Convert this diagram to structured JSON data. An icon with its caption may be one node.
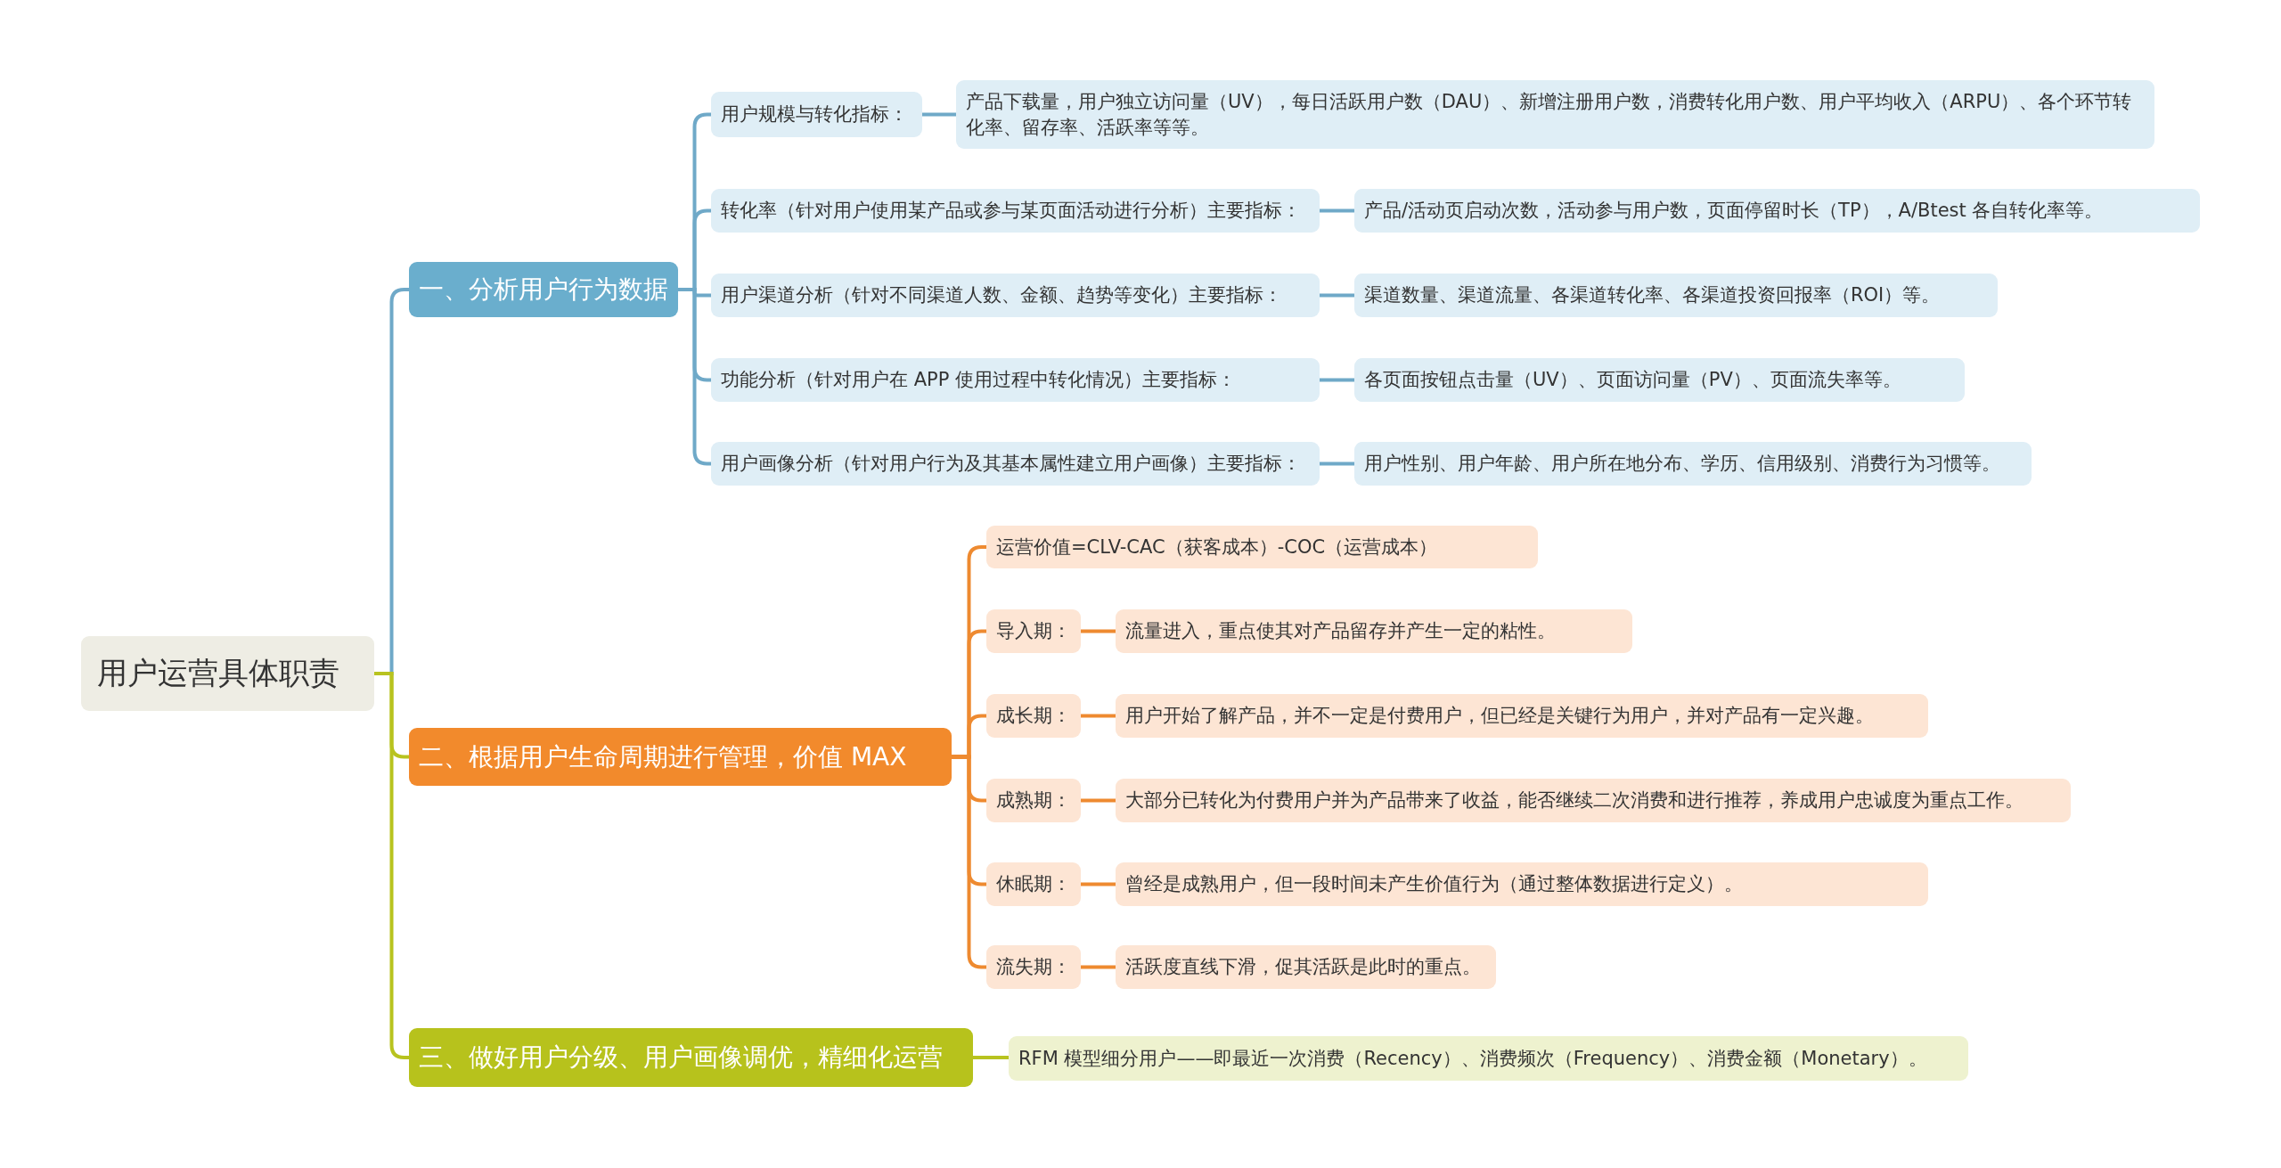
{
  "diagram": {
    "nodes": [
      {
        "text": [
          "用户运营具体职责"
        ]
      },
      {
        "text": [
          "一、分析用户行为数据"
        ]
      },
      {
        "text": [
          "用户规模与转化指标："
        ]
      },
      {
        "text": [
          "产品下载量，用户独立访问量（UV），每日活跃用户数（DAU）、新增注册用户数，消费转化用户数、用户平均收入（ARPU）、各个环节转化率、留存率、活跃率等等。"
        ]
      },
      {
        "text": [
          "转化率（针对用户使用某产品或参与某页面活动进行分析）主要指标："
        ]
      },
      {
        "text": [
          "产品/活动页启动次数，活动参与用户数，页面停留时长（TP），A/Btest 各自转化率等。"
        ]
      },
      {
        "text": [
          "用户渠道分析（针对不同渠道人数、金额、趋势等变化）主要指标："
        ]
      },
      {
        "text": [
          "渠道数量、渠道流量、各渠道转化率、各渠道投资回报率（ROI）等。"
        ]
      },
      {
        "text": [
          "功能分析（针对用户在 APP 使用过程中转化情况）主要指标："
        ]
      },
      {
        "text": [
          "各页面按钮点击量（UV）、页面访问量（PV）、页面流失率等。"
        ]
      },
      {
        "text": [
          "用户画像分析（针对用户行为及其基本属性建立用户画像）主要指标："
        ]
      },
      {
        "text": [
          "用户性别、用户年龄、用户所在地分布、学历、信用级别、消费行为习惯等。"
        ]
      },
      {
        "text": [
          "二、根据用户生命周期进行管理，价值 MAX"
        ]
      },
      {
        "text": [
          "运营价值=CLV-CAC（获客成本）-COC（运营成本）"
        ]
      },
      {
        "text": [
          "导入期："
        ]
      },
      {
        "text": [
          "流量进入，重点使其对产品留存并产生一定的粘性。"
        ]
      },
      {
        "text": [
          "成长期："
        ]
      },
      {
        "text": [
          "用户开始了解产品，并不一定是付费用户，但已经是关键行为用户，并对产品有一定兴趣。"
        ]
      },
      {
        "text": [
          "成熟期："
        ]
      },
      {
        "text": [
          "大部分已转化为付费用户并为产品带来了收益，能否继续二次消费和进行推荐，养成用户忠诚度为重点工作。"
        ]
      },
      {
        "text": [
          "休眠期："
        ]
      },
      {
        "text": [
          "曾经是成熟用户，但一段时间未产生价值行为（通过整体数据进行定义）。"
        ]
      },
      {
        "text": [
          "流失期："
        ]
      },
      {
        "text": [
          "活跃度直线下滑，促其活跃是此时的重点。"
        ]
      },
      {
        "text": [
          "三、做好用户分级、用户画像调优，精细化运营"
        ]
      },
      {
        "text": [
          "RFM 模型细分用户——即最近一次消费（Recency）、消费频次（Frequency）、消费金额（Monetary）。"
        ]
      }
    ],
    "edges": [
      {
        "from": 0,
        "to": 1,
        "arrow": "none",
        "color": "#6fa9c8"
      },
      {
        "from": 0,
        "to": 12,
        "arrow": "none",
        "color": "#b8c31f"
      },
      {
        "from": 0,
        "to": 24,
        "arrow": "none",
        "color": "#b8c31f"
      },
      {
        "from": 1,
        "to": 2,
        "arrow": "none",
        "color": "#6fa9c8"
      },
      {
        "from": 1,
        "to": 4,
        "arrow": "none",
        "color": "#6fa9c8"
      },
      {
        "from": 1,
        "to": 6,
        "arrow": "none",
        "color": "#6fa9c8"
      },
      {
        "from": 1,
        "to": 8,
        "arrow": "none",
        "color": "#6fa9c8"
      },
      {
        "from": 1,
        "to": 10,
        "arrow": "none",
        "color": "#6fa9c8"
      },
      {
        "from": 2,
        "to": 3,
        "arrow": "none",
        "color": "#6fa9c8"
      },
      {
        "from": 4,
        "to": 5,
        "arrow": "none",
        "color": "#6fa9c8"
      },
      {
        "from": 6,
        "to": 7,
        "arrow": "none",
        "color": "#6fa9c8"
      },
      {
        "from": 8,
        "to": 9,
        "arrow": "none",
        "color": "#6fa9c8"
      },
      {
        "from": 10,
        "to": 11,
        "arrow": "none",
        "color": "#6fa9c8"
      },
      {
        "from": 12,
        "to": 13,
        "arrow": "none",
        "color": "#ee8a30"
      },
      {
        "from": 12,
        "to": 14,
        "arrow": "none",
        "color": "#ee8a30"
      },
      {
        "from": 12,
        "to": 16,
        "arrow": "none",
        "color": "#ee8a30"
      },
      {
        "from": 12,
        "to": 18,
        "arrow": "none",
        "color": "#ee8a30"
      },
      {
        "from": 12,
        "to": 20,
        "arrow": "none",
        "color": "#ee8a30"
      },
      {
        "from": 12,
        "to": 22,
        "arrow": "none",
        "color": "#ee8a30"
      },
      {
        "from": 14,
        "to": 15,
        "arrow": "none",
        "color": "#ee8a30"
      },
      {
        "from": 16,
        "to": 17,
        "arrow": "none",
        "color": "#ee8a30"
      },
      {
        "from": 18,
        "to": 19,
        "arrow": "none",
        "color": "#ee8a30"
      },
      {
        "from": 20,
        "to": 21,
        "arrow": "none",
        "color": "#ee8a30"
      },
      {
        "from": 22,
        "to": 23,
        "arrow": "none",
        "color": "#ee8a30"
      },
      {
        "from": 24,
        "to": 25,
        "arrow": "none",
        "color": "#b8c31f"
      }
    ]
  }
}
